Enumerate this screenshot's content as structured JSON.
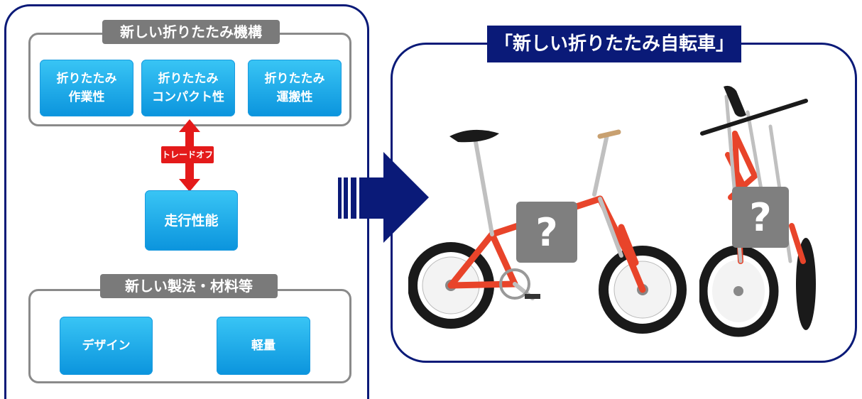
{
  "left": {
    "mechanism_group": {
      "title": "新しい折りたたみ機構",
      "items": [
        {
          "line1": "折りたたみ",
          "line2": "作業性"
        },
        {
          "line1": "折りたたみ",
          "line2": "コンパクト性"
        },
        {
          "line1": "折りたたみ",
          "line2": "運搬性"
        }
      ]
    },
    "tradeoff_label": "トレードオフ",
    "running": "走行性能",
    "manufacture_group": {
      "title": "新しい製法・材料等",
      "items": [
        "デザイン",
        "軽量"
      ]
    }
  },
  "right": {
    "title": "「新しい折りたたみ自転車」",
    "question_mark": "?"
  },
  "colors": {
    "navy": "#0a1a78",
    "blue_button": "#0b94dd",
    "group_gray": "#7a7a7a",
    "tradeoff_red": "#e41a1a",
    "bike_frame_red": "#e8442a"
  }
}
